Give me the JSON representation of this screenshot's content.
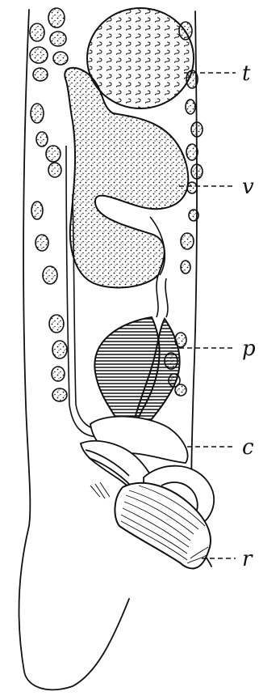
{
  "labels": {
    "t": "t",
    "v": "v",
    "p": "p",
    "c": "c",
    "r": "r"
  },
  "colors": {
    "ink": "#111111",
    "paper": "#ffffff"
  }
}
